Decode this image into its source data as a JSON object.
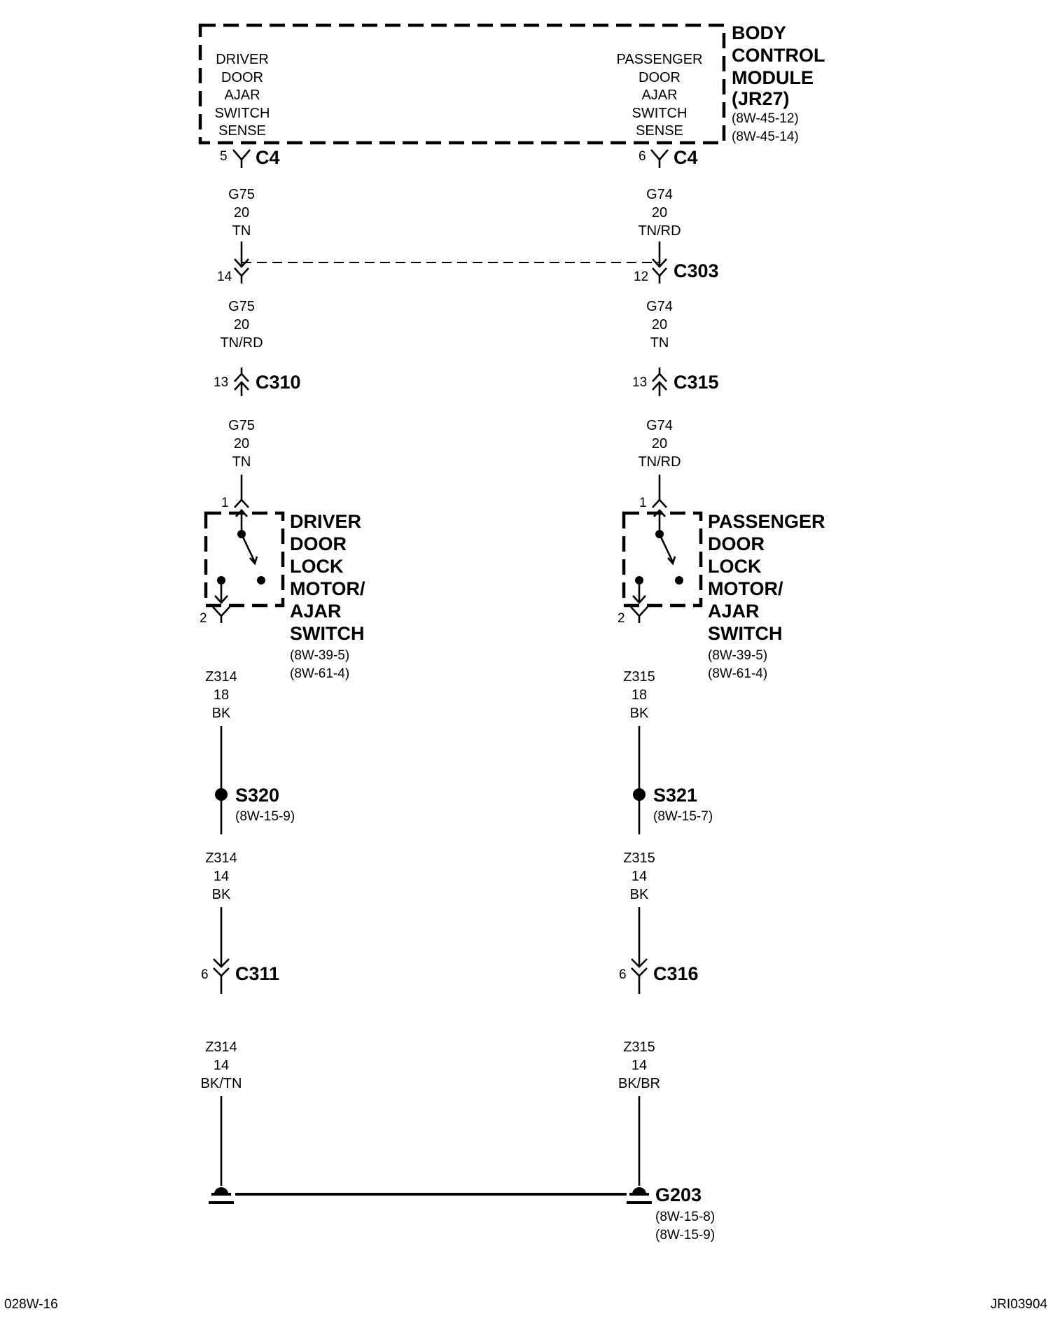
{
  "module": {
    "title": [
      "BODY",
      "CONTROL",
      "MODULE",
      "(JR27)"
    ],
    "refs": [
      "(8W-45-12)",
      "(8W-45-14)"
    ],
    "driver_pin": [
      "DRIVER",
      "DOOR",
      "AJAR",
      "SWITCH",
      "SENSE"
    ],
    "passenger_pin": [
      "PASSENGER",
      "DOOR",
      "AJAR",
      "SWITCH",
      "SENSE"
    ]
  },
  "connectors": {
    "c4_left": {
      "pin": "5",
      "name": "C4"
    },
    "c4_right": {
      "pin": "6",
      "name": "C4"
    },
    "c303_left": {
      "pin": "14",
      "name": ""
    },
    "c303_right": {
      "pin": "12",
      "name": "C303"
    },
    "c310": {
      "pin": "13",
      "name": "C310"
    },
    "c315": {
      "pin": "13",
      "name": "C315"
    },
    "c311": {
      "pin": "6",
      "name": "C311"
    },
    "c316": {
      "pin": "6",
      "name": "C316"
    },
    "sw_left_pin1": "1",
    "sw_left_pin2": "2",
    "sw_right_pin1": "1",
    "sw_right_pin2": "2"
  },
  "wires": {
    "l1": [
      "G75",
      "20",
      "TN"
    ],
    "r1": [
      "G74",
      "20",
      "TN/RD"
    ],
    "l2": [
      "G75",
      "20",
      "TN/RD"
    ],
    "r2": [
      "G74",
      "20",
      "TN"
    ],
    "l3": [
      "G75",
      "20",
      "TN"
    ],
    "r3": [
      "G74",
      "20",
      "TN/RD"
    ],
    "l4": [
      "Z314",
      "18",
      "BK"
    ],
    "r4": [
      "Z315",
      "18",
      "BK"
    ],
    "l5": [
      "Z314",
      "14",
      "BK"
    ],
    "r5": [
      "Z315",
      "14",
      "BK"
    ],
    "l6": [
      "Z314",
      "14",
      "BK/TN"
    ],
    "r6": [
      "Z315",
      "14",
      "BK/BR"
    ]
  },
  "switches": {
    "driver": {
      "title": [
        "DRIVER",
        "DOOR",
        "LOCK",
        "MOTOR/",
        "AJAR",
        "SWITCH"
      ],
      "refs": [
        "(8W-39-5)",
        "(8W-61-4)"
      ]
    },
    "passenger": {
      "title": [
        "PASSENGER",
        "DOOR",
        "LOCK",
        "MOTOR/",
        "AJAR",
        "SWITCH"
      ],
      "refs": [
        "(8W-39-5)",
        "(8W-61-4)"
      ]
    }
  },
  "splices": {
    "s320": {
      "name": "S320",
      "ref": "(8W-15-9)"
    },
    "s321": {
      "name": "S321",
      "ref": "(8W-15-7)"
    }
  },
  "ground": {
    "name": "G203",
    "refs": [
      "(8W-15-8)",
      "(8W-15-9)"
    ]
  },
  "footer": {
    "left": "028W-16",
    "right": "JRI03904"
  }
}
